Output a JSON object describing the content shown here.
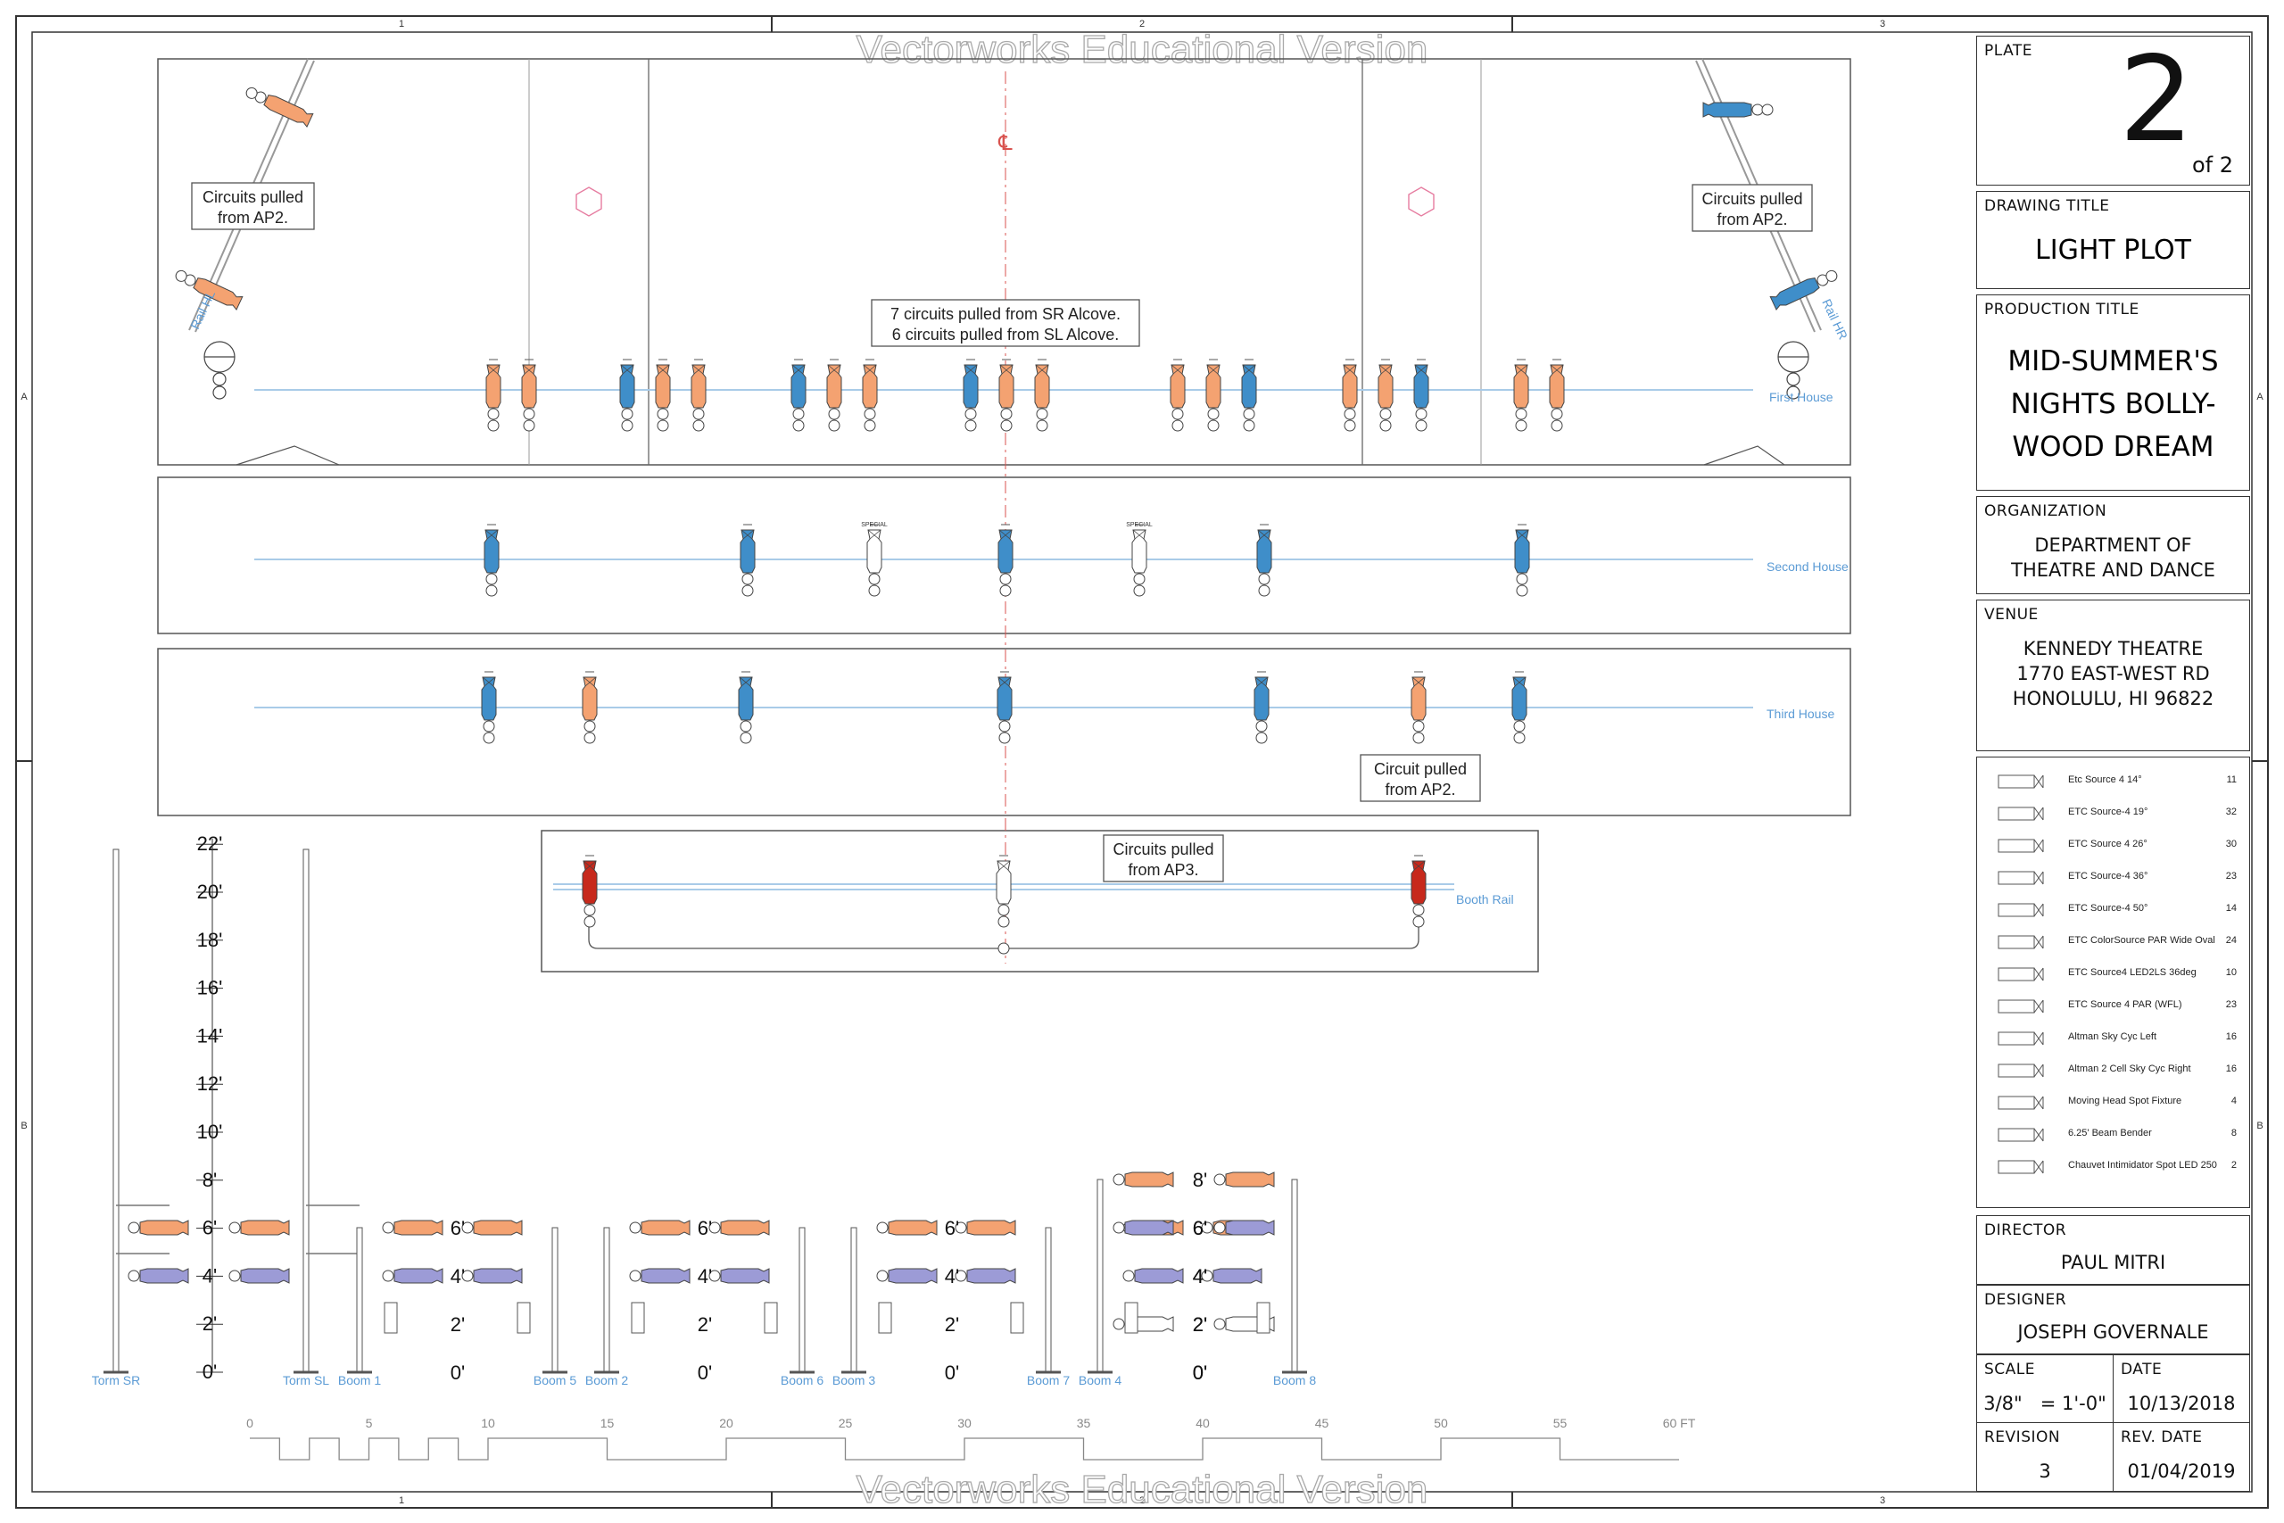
{
  "watermark": "Vectorworks Educational Version",
  "grid": {
    "columns": [
      "1",
      "2",
      "3"
    ],
    "rows": [
      "A",
      "B"
    ]
  },
  "plot": {
    "centerline_mark": "℄",
    "notes": {
      "sr_rail": "Circuits pulled\nfrom AP2.",
      "sl_rail": "Circuits pulled\nfrom AP2.",
      "alcove": "7 circuits pulled from SR Alcove.\n6 circuits pulled from SL Alcove.",
      "third_house": "Circuit pulled\nfrom AP2.",
      "booth": "Circuits pulled\nfrom AP3."
    },
    "specials": [
      "SPECIAL",
      "SPECIAL"
    ],
    "positions": {
      "rail_sr": "Rail HL",
      "rail_sl": "Rail HR",
      "first_house": "First House",
      "second_house": "Second House",
      "third_house": "Third House",
      "booth_rail": "Booth Rail"
    },
    "boom_labels": [
      "Torm SR",
      "Torm SL",
      "Boom 1",
      "Boom 5",
      "Boom 2",
      "Boom 6",
      "Boom 3",
      "Boom 7",
      "Boom 4",
      "Boom 8"
    ],
    "height_scale": [
      "22'",
      "20'",
      "18'",
      "16'",
      "14'",
      "12'",
      "10'",
      "8'",
      "6'",
      "4'",
      "2'",
      "0'"
    ],
    "boom_heights": [
      "6'",
      "4'",
      "2'",
      "0'"
    ],
    "boom4_heights": [
      "8'",
      "6'",
      "4'",
      "2'",
      "0'"
    ],
    "scale_bar": [
      "0",
      "5",
      "10",
      "15",
      "20",
      "25",
      "30",
      "35",
      "40",
      "45",
      "50",
      "55",
      "60 FT"
    ]
  },
  "title_block": {
    "plate_caption": "PLATE",
    "plate_number": "2",
    "plate_of": "of  2",
    "drawing_title_caption": "DRAWING TITLE",
    "drawing_title": "LIGHT PLOT",
    "production_title_caption": "PRODUCTION TITLE",
    "production_title": [
      "MID-SUMMER'S",
      "NIGHTS BOLLY-",
      "WOOD DREAM"
    ],
    "organization_caption": "ORGANIZATION",
    "organization": [
      "DEPARTMENT OF",
      "THEATRE AND DANCE"
    ],
    "venue_caption": "VENUE",
    "venue": [
      "KENNEDY THEATRE",
      "1770 EAST-WEST RD",
      "HONOLULU, HI 96822"
    ],
    "director_caption": "DIRECTOR",
    "director": "PAUL MITRI",
    "designer_caption": "DESIGNER",
    "designer": "JOSEPH GOVERNALE",
    "scale_caption": "SCALE",
    "scale": "3/8\"   = 1'-0\"",
    "date_caption": "DATE",
    "date": "10/13/2018",
    "revision_caption": "REVISION",
    "revision": "3",
    "rev_date_caption": "REV. DATE",
    "rev_date": "01/04/2019"
  },
  "legend": [
    {
      "name": "Etc Source 4 14°",
      "count": "11",
      "icon": "ellipsoidal-14-icon"
    },
    {
      "name": "ETC Source-4 19°",
      "count": "32",
      "icon": "ellipsoidal-19-icon"
    },
    {
      "name": "ETC Source 4 26°",
      "count": "30",
      "icon": "ellipsoidal-26-icon"
    },
    {
      "name": "ETC Source-4 36°",
      "count": "23",
      "icon": "ellipsoidal-36-icon"
    },
    {
      "name": "ETC Source-4 50°",
      "count": "14",
      "icon": "ellipsoidal-50-icon"
    },
    {
      "name": "ETC ColorSource PAR Wide Oval",
      "count": "24",
      "icon": "colorsource-par-icon"
    },
    {
      "name": "ETC Source4 LED2LS 36deg",
      "count": "10",
      "icon": "led-lustr-icon"
    },
    {
      "name": "ETC Source 4 PAR (WFL)",
      "count": "23",
      "icon": "par-wfl-icon"
    },
    {
      "name": "Altman Sky Cyc Left",
      "count": "16",
      "icon": "cyc-left-icon"
    },
    {
      "name": "Altman 2 Cell Sky Cyc Right",
      "count": "16",
      "icon": "cyc-right-icon"
    },
    {
      "name": "Moving Head Spot Fixture",
      "count": "4",
      "icon": "moving-head-icon"
    },
    {
      "name": "6.25' Beam Bender",
      "count": "8",
      "icon": "beam-bender-icon"
    },
    {
      "name": "Chauvet Intimidator Spot LED 250",
      "count": "2",
      "icon": "intimidator-icon"
    }
  ],
  "colors": {
    "orange": "#f4a271",
    "blue": "#3f8ec9",
    "red": "#c7291c",
    "lavender": "#9c9bd6",
    "pipe": "#a9cbe8",
    "label_blue": "#5b9bd5",
    "centerline": "#d9534f"
  }
}
